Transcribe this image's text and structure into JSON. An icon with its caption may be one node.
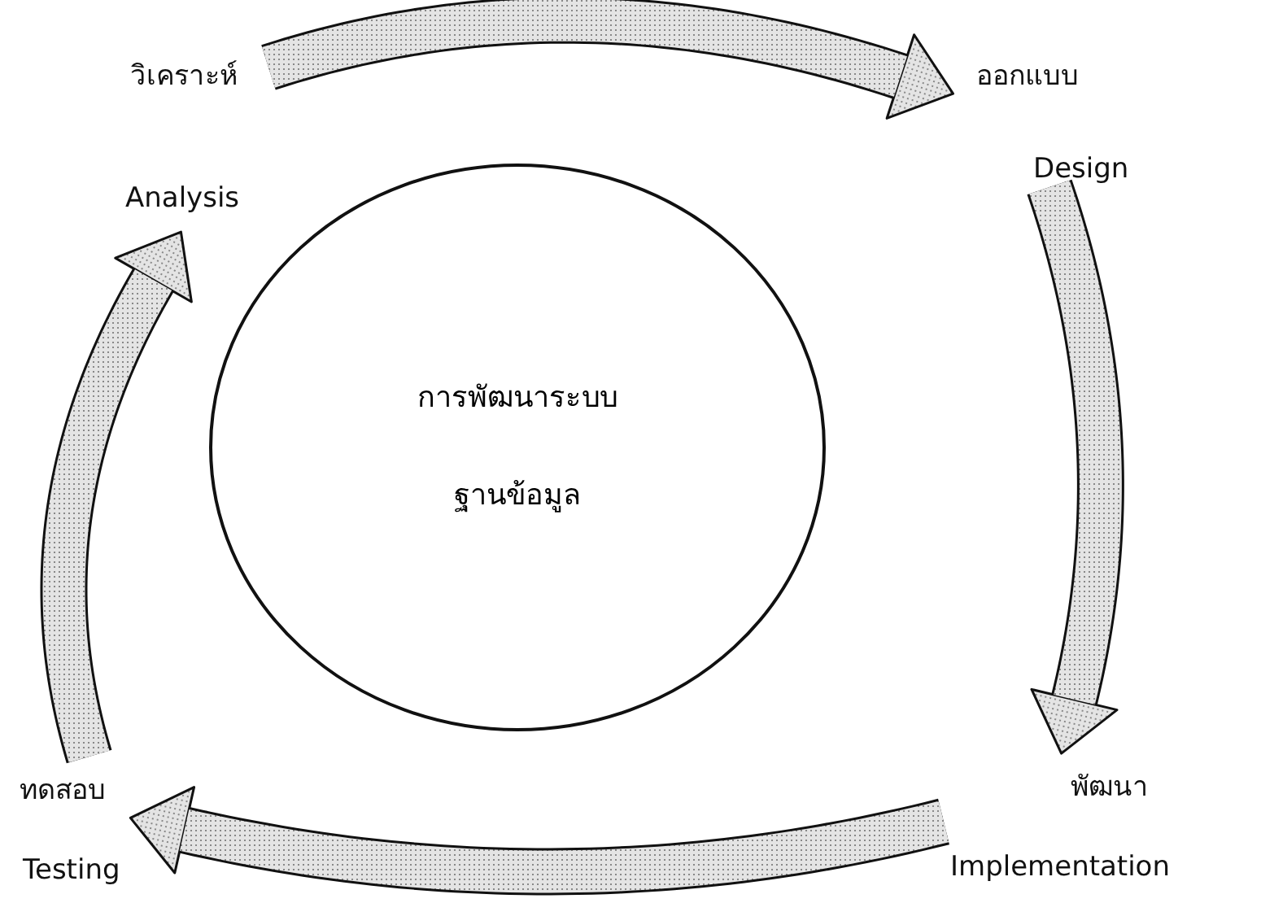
{
  "diagram": {
    "nodes": [
      {
        "text": [
          "การพัฒนาระบบฐานข้อมูล"
        ]
      },
      {
        "text": [
          "วิเคราะห์",
          "Analysis"
        ]
      },
      {
        "text": [
          "ออกแบบ",
          "Design"
        ]
      },
      {
        "text": [
          "พัฒนา",
          "Implementation"
        ]
      },
      {
        "text": [
          "ทดสอบ",
          "Testing"
        ]
      }
    ],
    "edges": [
      {
        "from": 1,
        "to": 2,
        "arrow": "to"
      },
      {
        "from": 2,
        "to": 3,
        "arrow": "to"
      },
      {
        "from": 3,
        "to": 4,
        "arrow": "to"
      },
      {
        "from": 4,
        "to": 1,
        "arrow": "to"
      }
    ]
  }
}
